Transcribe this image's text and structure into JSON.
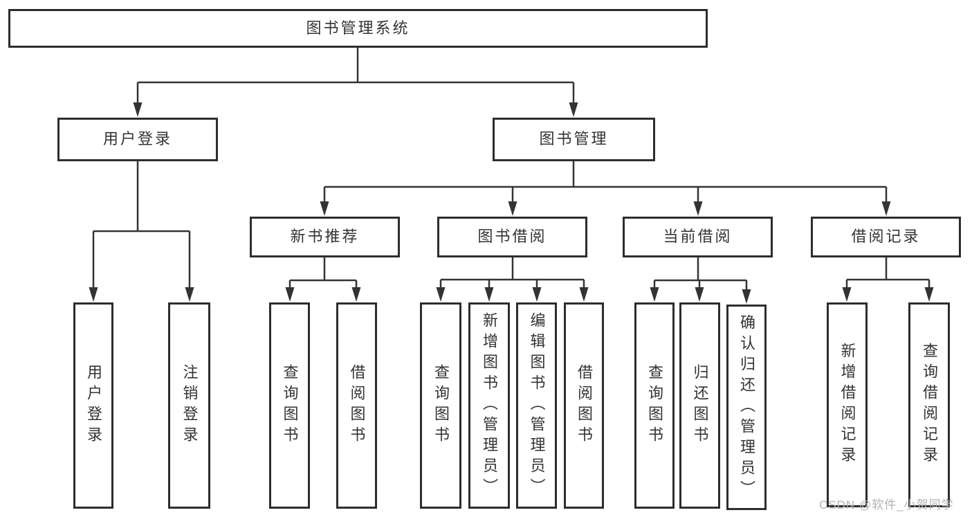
{
  "palette": {
    "line_color": "#333333",
    "box_border_color": "#2d2d2d",
    "text_color": "#333333",
    "watermark_color": "#b2b2b2",
    "background": "#ffffff"
  },
  "diagram": {
    "title": "图书管理系统",
    "level2": [
      {
        "id": "user-login",
        "label": "用户登录"
      },
      {
        "id": "book-management",
        "label": "图书管理"
      }
    ],
    "level3": [
      {
        "id": "new-book-recommend",
        "label": "新书推荐"
      },
      {
        "id": "book-borrow",
        "label": "图书借阅"
      },
      {
        "id": "current-borrow",
        "label": "当前借阅"
      },
      {
        "id": "borrow-records",
        "label": "借阅记录"
      }
    ],
    "leaves": {
      "user_login": [
        "用户登录",
        "注销登录"
      ],
      "new_book_recommend": [
        "查询图书",
        "借阅图书"
      ],
      "book_borrow": [
        "查询图书",
        "新增图书（管理员）",
        "编辑图书（管理员）",
        "借阅图书"
      ],
      "current_borrow": [
        "查询图书",
        "归还图书",
        "确认归还（管理员）"
      ],
      "borrow_records": [
        "新增借阅记录",
        "查询借阅记录"
      ]
    }
  },
  "watermark": {
    "text": "CSDN @软件_小贺同学"
  }
}
